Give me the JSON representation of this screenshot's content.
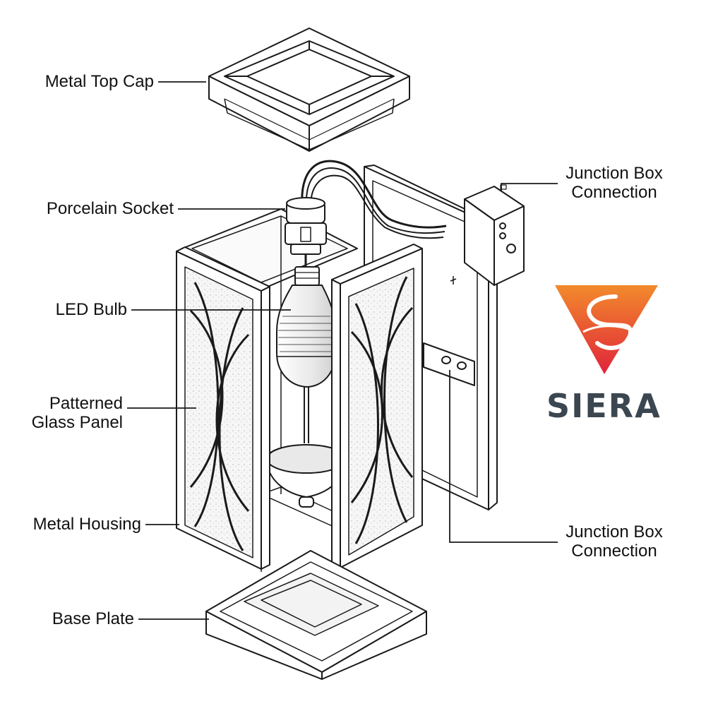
{
  "labels": {
    "metal_top_cap": "Metal Top Cap",
    "porcelain_socket": "Porcelain Socket",
    "led_bulb": "LED Bulb",
    "patterned_glass_panel": [
      "Patterned",
      "Glass Panel"
    ],
    "metal_housing": "Metal Housing",
    "base_plate": "Base Plate",
    "junction_box_top": [
      "Junction Box",
      "Connection"
    ],
    "junction_box_bottom": [
      "Junction Box",
      "Connection"
    ]
  },
  "logo": {
    "wordmark": "SIERA",
    "colors": {
      "gradient_top": "#f28a2c",
      "gradient_bottom": "#e0243a",
      "text": "#3b4650",
      "accent": "#e8452e"
    }
  },
  "drawing": {
    "line_color": "#1a1a1a",
    "fill": "#ffffff",
    "glass_tint": "#f2f2f2"
  }
}
